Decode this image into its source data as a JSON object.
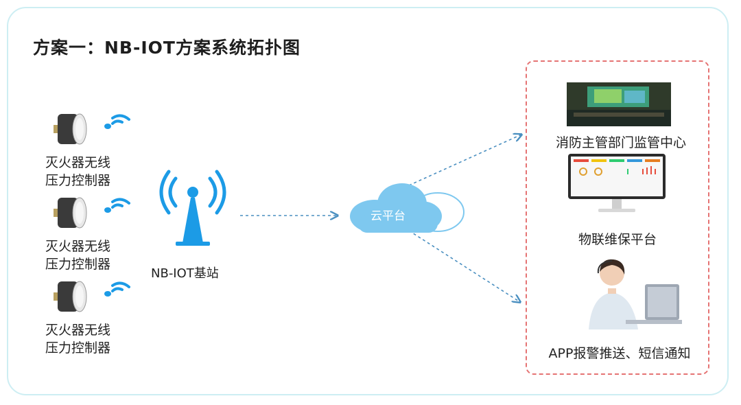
{
  "title": "方案一：NB-IOT方案系统拓扑图",
  "devices": [
    {
      "line1": "灭火器无线",
      "line2": "压力控制器"
    },
    {
      "line1": "灭火器无线",
      "line2": "压力控制器"
    },
    {
      "line1": "灭火器无线",
      "line2": "压力控制器"
    }
  ],
  "station": {
    "label": "NB-IOT基站"
  },
  "cloud": {
    "label": "云平台"
  },
  "targets": {
    "monitor_center": "消防主管部门监管中心",
    "iot_platform": "物联维保平台",
    "app_push": "APP报警推送、短信通知"
  },
  "colors": {
    "accent_blue": "#1c9be6",
    "frame": "#cdeef3",
    "panel_border": "#e57373",
    "cloud": "#7ec8ef"
  }
}
